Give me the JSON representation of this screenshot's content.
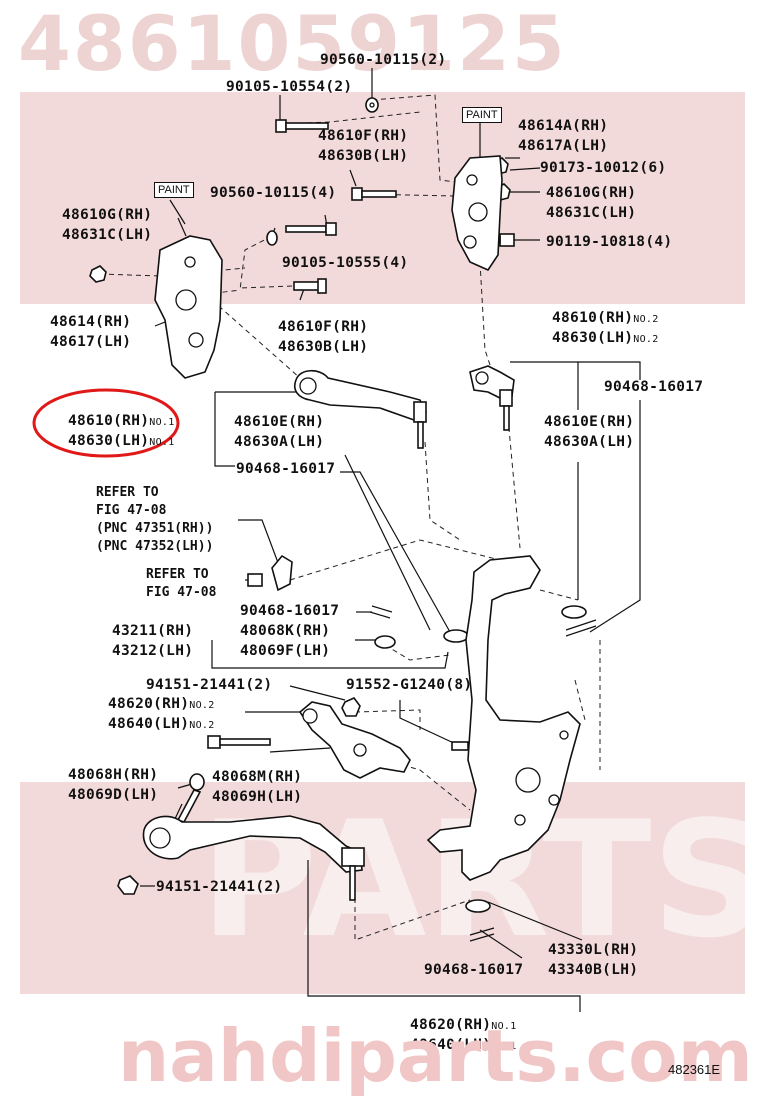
{
  "watermark": {
    "title": "4861059125",
    "footer": "nahdiparts.com",
    "big_text": "PARTS"
  },
  "figure_id": "482361E",
  "paint_tag": "PAINT",
  "labels": {
    "p90560_top": "90560-10115(2)",
    "p90105_top": "90105-10554(2)",
    "p48614A": "48614A(RH)",
    "p48617A": "48617A(LH)",
    "p48610F_top": "48610F(RH)",
    "p48630B_top": "48630B(LH)",
    "p90173": "90173-10012(6)",
    "p90560_mid": "90560-10115(4)",
    "p48610G_right": "48610G(RH)",
    "p48631C_right": "48631C(LH)",
    "p48610G_left": "48610G(RH)",
    "p48631C_left": "48631C(LH)",
    "p90119": "90119-10818(4)",
    "p90105_mid": "90105-10555(4)",
    "p48614": "48614(RH)",
    "p48617": "48617(LH)",
    "p48610F_mid": "48610F(RH)",
    "p48630B_mid": "48630B(LH)",
    "p48610_no2": "48610(RH)",
    "p48630_no2": "48630(LH)",
    "no2_a": "NO.2",
    "no2_b": "NO.2",
    "p90468_right": "90468-16017",
    "p48610_no1": "48610(RH)",
    "p48630_no1": "48630(LH)",
    "no1_a": "NO.1",
    "no1_b": "NO.1",
    "p48610E_mid": "48610E(RH)",
    "p48630A_mid": "48630A(LH)",
    "p48610E_right": "48610E(RH)",
    "p48630A_right": "48630A(LH)",
    "p90468_mid": "90468-16017",
    "p90468_knuckle": "90468-16017",
    "p43211": "43211(RH)",
    "p43212": "43212(LH)",
    "p48068K": "48068K(RH)",
    "p48069F": "48069F(LH)",
    "p94151_top": "94151-21441(2)",
    "p91552": "91552-G1240(8)",
    "p48620_no2": "48620(RH)",
    "p48640_no2": "48640(LH)",
    "no2_c": "NO.2",
    "no2_d": "NO.2",
    "p48068H": "48068H(RH)",
    "p48069D": "48069D(LH)",
    "p48068M": "48068M(RH)",
    "p48069H": "48069H(LH)",
    "p94151_bottom": "94151-21441(2)",
    "p43330L": "43330L(RH)",
    "p43340B": "43340B(LH)",
    "p90468_bottom": "90468-16017",
    "p48620_no1": "48620(RH)",
    "p48640_no1": "48640(LH)",
    "no1_c": "NO.1",
    "no1_d": "NO.1"
  },
  "refer": {
    "block1_line1": "REFER TO",
    "block1_line2": "FIG 47-08",
    "block1_line3": "(PNC 47351(RH))",
    "block1_line4": "(PNC 47352(LH))",
    "block2_line1": "REFER TO",
    "block2_line2": "FIG 47-08"
  },
  "colors": {
    "watermark_band": "#f3dada",
    "highlight_circle": "#e01818",
    "line": "#111111"
  }
}
